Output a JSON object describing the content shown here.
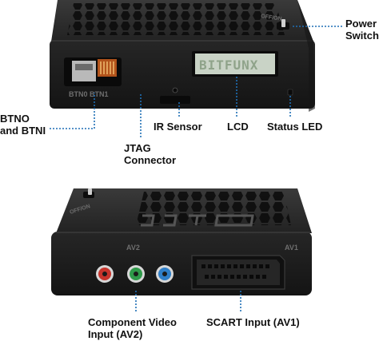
{
  "colors": {
    "leader_line": "#1f6fb5",
    "case_dark": "#1c1c1c",
    "case_top": "#2a2a2a",
    "lcd_bg": "#c9d3c6",
    "rca_red": "#c8342c",
    "rca_green": "#2f9a4a",
    "rca_blue": "#2f7fc8"
  },
  "device_top": {
    "engraved": {
      "off_on": "OFF/ON",
      "btn_labels": "BTN0 BTN1",
      "lcd_text": "BITFUNX"
    },
    "callouts": {
      "power_switch": [
        "Power",
        "Switch"
      ],
      "btn": [
        "BTNO",
        "and BTNI"
      ],
      "ir_sensor": "IR Sensor",
      "lcd": "LCD",
      "status_led": "Status LED",
      "jtag": [
        "JTAG",
        "Connector"
      ]
    }
  },
  "device_bottom": {
    "engraved": {
      "off_on": "OFF/ON",
      "av2": "AV2",
      "av1": "AV1"
    },
    "callouts": {
      "component_video": [
        "Component Video",
        "Input (AV2)"
      ],
      "scart": "SCART Input (AV1)"
    }
  }
}
